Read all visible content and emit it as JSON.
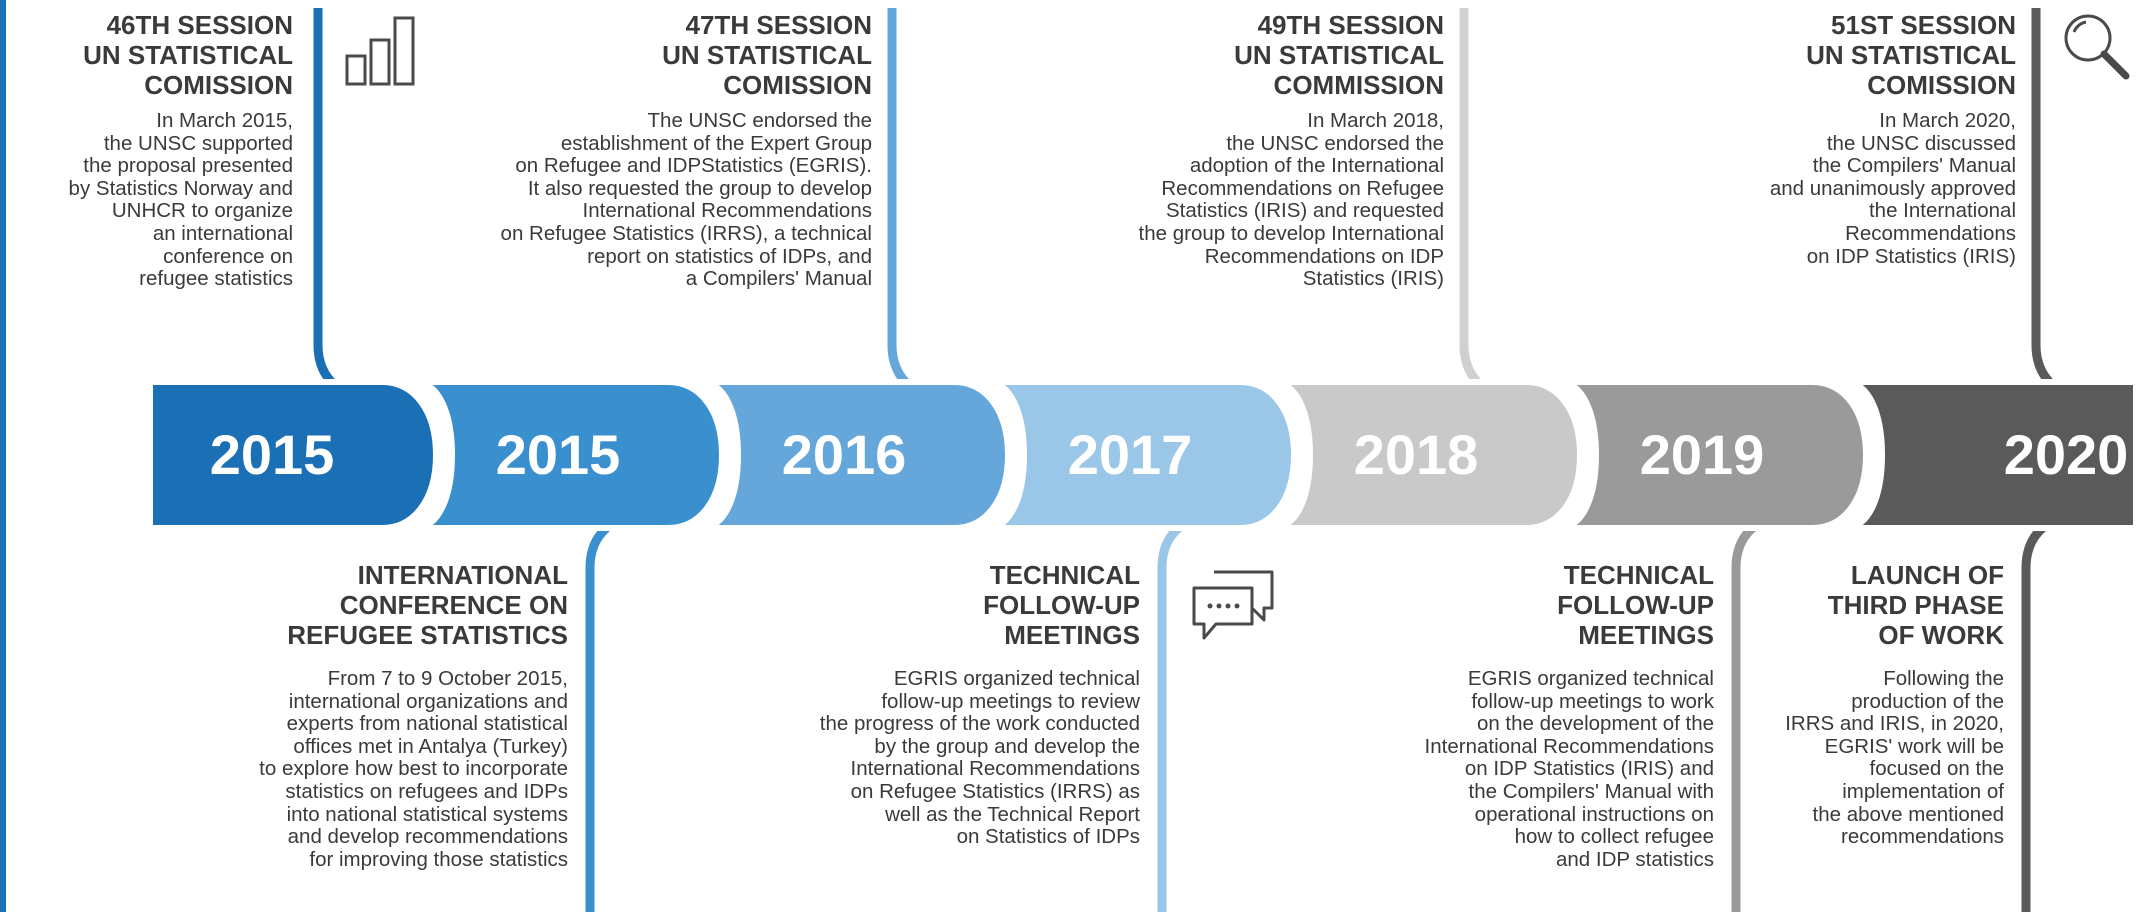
{
  "colors": {
    "y2015a": "#1a6fb5",
    "y2015b": "#3a8fce",
    "y2016": "#65a7da",
    "y2017": "#9ac7e8",
    "y2018": "#c9c9c9",
    "y2019": "#9a9a9a",
    "y2020": "#5a5a5a",
    "text": "#3a3a3a"
  },
  "timeline": [
    {
      "year": "2015"
    },
    {
      "year": "2015"
    },
    {
      "year": "2016"
    },
    {
      "year": "2017"
    },
    {
      "year": "2018"
    },
    {
      "year": "2019"
    },
    {
      "year": "2020"
    }
  ],
  "top_events": [
    {
      "title": [
        "46TH SESSION",
        "UN STATISTICAL",
        "COMISSION"
      ],
      "body": [
        "In March 2015,",
        "the UNSC supported",
        "the proposal presented",
        "by Statistics Norway and",
        "UNHCR to organize",
        "an international",
        "conference on",
        "refugee statistics"
      ]
    },
    {
      "title": [
        "47TH SESSION",
        "UN STATISTICAL",
        "COMISSION"
      ],
      "body": [
        "The UNSC endorsed the",
        "establishment  of the Expert Group",
        "on Refugee and IDPStatistics (EGRIS).",
        "It also requested the group to develop",
        "International Recommendations",
        "on Refugee Statistics (IRRS), a technical",
        "report on statistics of IDPs, and",
        "a Compilers' Manual"
      ]
    },
    {
      "title": [
        "49TH SESSION",
        "UN STATISTICAL",
        "COMMISSION"
      ],
      "body": [
        "In March 2018,",
        "the UNSC endorsed the",
        "adoption of the International",
        "Recommendations on Refugee",
        "Statistics (IRIS) and requested",
        "the group to develop International",
        "Recommendations on IDP",
        "Statistics (IRIS)"
      ]
    },
    {
      "title": [
        "51ST SESSION",
        "UN STATISTICAL",
        "COMISSION"
      ],
      "body": [
        "In March 2020,",
        "the UNSC discussed",
        "the Compilers' Manual",
        "and unanimously approved",
        "the International",
        "Recommendations",
        "on IDP Statistics (IRIS)"
      ]
    }
  ],
  "bottom_events": [
    {
      "title": [
        "INTERNATIONAL",
        "CONFERENCE ON",
        "REFUGEE STATISTICS"
      ],
      "body": [
        "From 7 to 9 October 2015,",
        "international organizations and",
        "experts from national statistical",
        "offices met in Antalya (Turkey)",
        "to explore how best to incorporate",
        "statistics on refugees and IDPs",
        "into national statistical systems",
        "and develop recommendations",
        "for improving those statistics"
      ]
    },
    {
      "title": [
        "TECHNICAL",
        "FOLLOW-UP",
        "MEETINGS"
      ],
      "body": [
        "EGRIS organized technical",
        "follow-up meetings to review",
        "the progress of the work conducted",
        "by the group and develop the",
        "International Recommendations",
        "on Refugee Statistics (IRRS) as",
        "well as the Technical Report",
        "on Statistics of IDPs"
      ]
    },
    {
      "title": [
        "TECHNICAL",
        "FOLLOW-UP",
        "MEETINGS"
      ],
      "body": [
        "EGRIS organized technical",
        "follow-up meetings to work",
        "on the development of the",
        "International Recommendations",
        "on IDP Statistics (IRIS) and",
        "the Compilers' Manual with",
        "operational instructions on",
        "how to collect refugee",
        "and IDP statistics"
      ]
    },
    {
      "title": [
        "LAUNCH OF",
        "THIRD PHASE",
        "OF WORK"
      ],
      "body": [
        "Following the",
        "production of the",
        "IRRS and IRIS, in 2020,",
        "EGRIS' work will be",
        "focused on the",
        "implementation of",
        "the above mentioned",
        "recommendations"
      ]
    }
  ],
  "icons": {
    "chart": "bar-chart-icon",
    "search": "magnifier-icon",
    "chat": "chat-bubbles-icon"
  }
}
